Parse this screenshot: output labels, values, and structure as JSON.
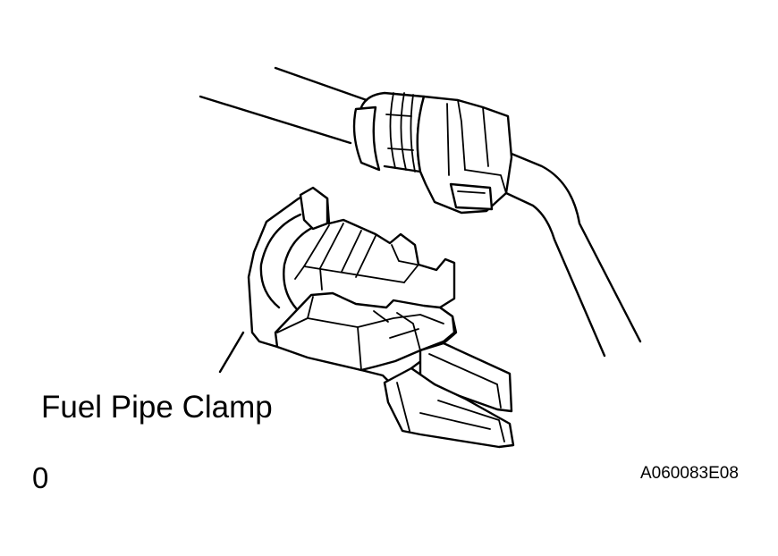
{
  "diagram": {
    "callout_label": "Fuel Pipe Clamp",
    "corner_mark": "0",
    "figure_code": "A060083E08"
  },
  "colors": {
    "line": "#000000",
    "background": "#ffffff"
  }
}
